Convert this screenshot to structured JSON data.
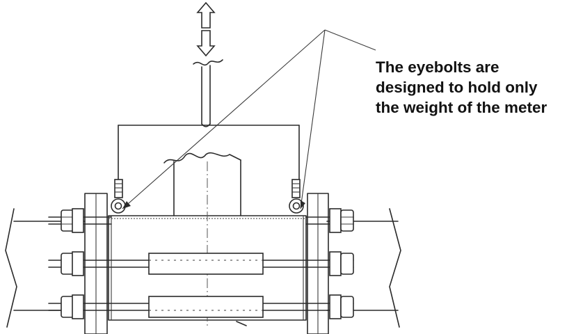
{
  "note": {
    "lines": [
      "The eyebolts are",
      "designed to hold only",
      "the weight of the meter"
    ]
  },
  "icons": {
    "lift_direction": "double-arrow-up-down-icon"
  },
  "colors": {
    "ink": "#2a2a2a",
    "text": "#111111",
    "background": "#ffffff"
  }
}
